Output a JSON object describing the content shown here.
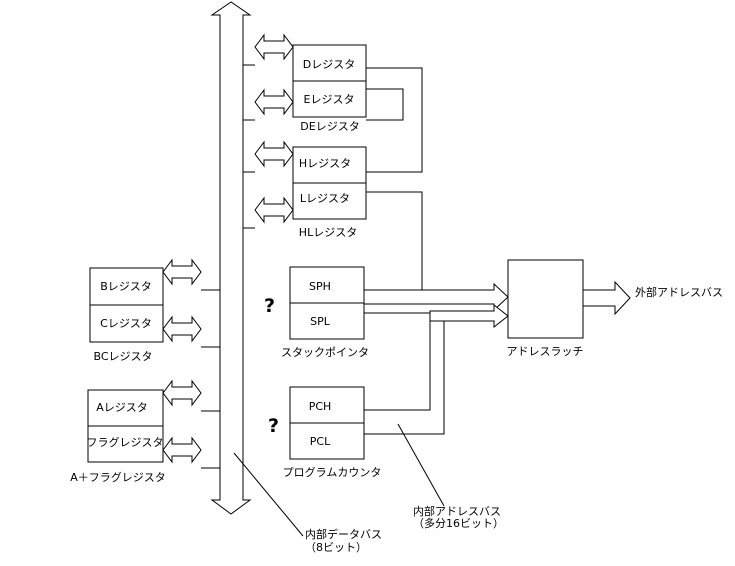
{
  "registers": {
    "d": "Dレジスタ",
    "e": "Eレジスタ",
    "de_caption": "DEレジスタ",
    "h": "Hレジスタ",
    "l": "Lレジスタ",
    "hl_caption": "HLレジスタ",
    "sph": "SPH",
    "spl": "SPL",
    "sp_caption": "スタックポインタ",
    "pch": "PCH",
    "pcl": "PCL",
    "pc_caption": "プログラムカウンタ",
    "b": "Bレジスタ",
    "c": "Cレジスタ",
    "bc_caption": "BCレジスタ",
    "a": "Aレジスタ",
    "flag": "フラグレジスタ",
    "af_caption": "A＋フラグレジスタ"
  },
  "marks": {
    "sp_question": "?",
    "pc_question": "?"
  },
  "latch": {
    "caption": "アドレスラッチ"
  },
  "labels": {
    "external_address_bus": "外部アドレスバス",
    "internal_address_bus": "内部アドレスバス",
    "internal_address_bus_note": "（多分16ビット）",
    "internal_data_bus": "内部データバス",
    "internal_data_bus_note": "（8ビット）"
  }
}
